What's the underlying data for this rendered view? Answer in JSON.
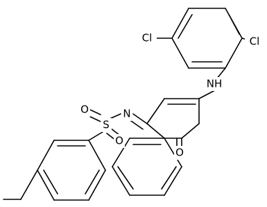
{
  "molecule": {
    "atoms": [
      {
        "id": "cl1",
        "label": "Cl"
      },
      {
        "id": "cl2",
        "label": "Cl"
      },
      {
        "id": "nh",
        "label": "NH"
      },
      {
        "id": "n",
        "label": "N"
      },
      {
        "id": "s",
        "label": "S"
      },
      {
        "id": "o_top",
        "label": "O"
      },
      {
        "id": "o_bottom",
        "label": "O"
      },
      {
        "id": "o_ketone",
        "label": "O"
      }
    ]
  }
}
